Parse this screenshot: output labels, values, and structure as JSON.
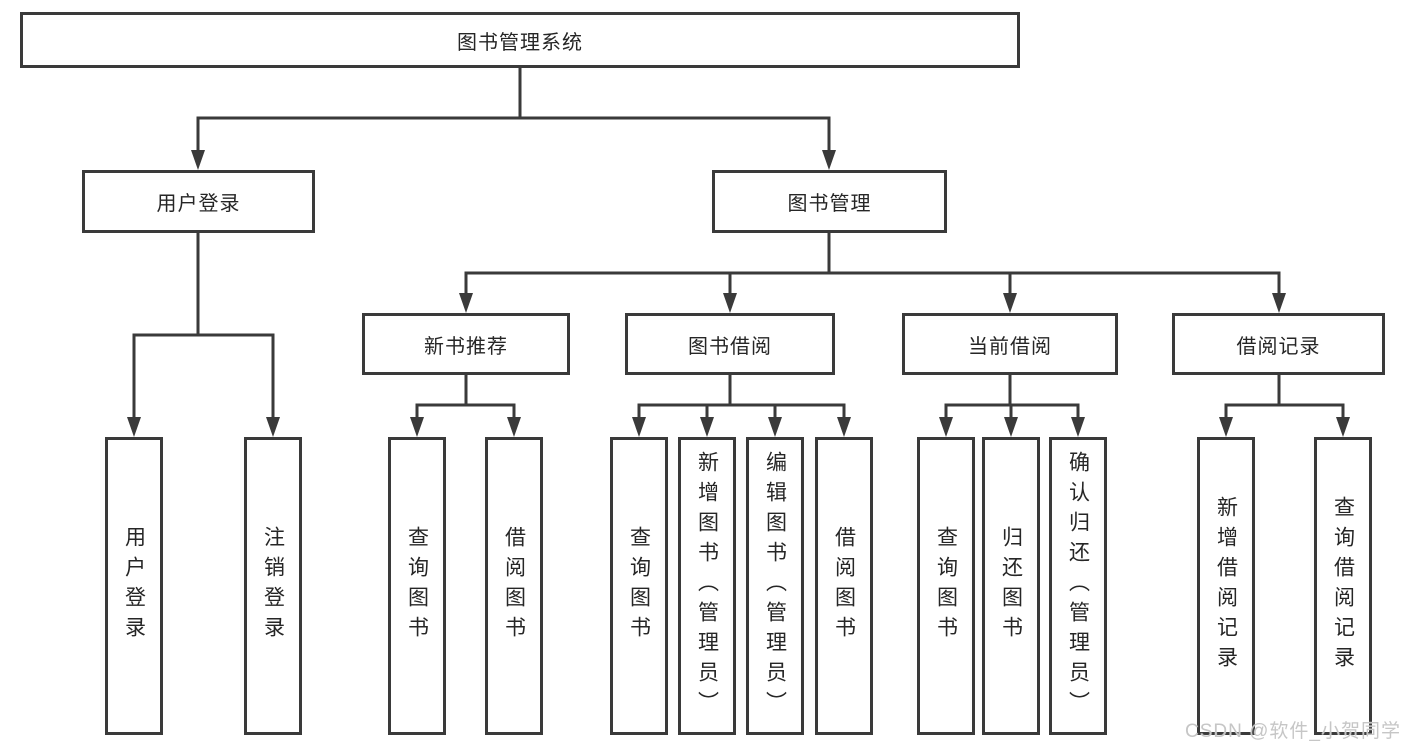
{
  "diagram_title": "图书管理系统",
  "nodes": {
    "root": "图书管理系统",
    "user_login": "用户登录",
    "book_mgmt": "图书管理",
    "new_book": "新书推荐",
    "book_borrow": "图书借阅",
    "current_borrow": "当前借阅",
    "borrow_records": "借阅记录",
    "leaf_user_login": "用户登录",
    "leaf_logout": "注销登录",
    "nb_query": "查询图书",
    "nb_borrow": "借阅图书",
    "bb_query": "查询图书",
    "bb_add": "新增图书（管理员）",
    "bb_edit": "编辑图书（管理员）",
    "bb_borrow": "借阅图书",
    "cb_query": "查询图书",
    "cb_return": "归还图书",
    "cb_confirm": "确认归还（管理员）",
    "br_add": "新增借阅记录",
    "br_query": "查询借阅记录"
  },
  "hierarchy": {
    "root": "图书管理系统",
    "branches": [
      {
        "label": "用户登录",
        "children": [
          "用户登录",
          "注销登录"
        ]
      },
      {
        "label": "图书管理",
        "children_groups": [
          {
            "label": "新书推荐",
            "children": [
              "查询图书",
              "借阅图书"
            ]
          },
          {
            "label": "图书借阅",
            "children": [
              "查询图书",
              "新增图书（管理员）",
              "编辑图书（管理员）",
              "借阅图书"
            ]
          },
          {
            "label": "当前借阅",
            "children": [
              "查询图书",
              "归还图书",
              "确认归还（管理员）"
            ]
          },
          {
            "label": "借阅记录",
            "children": [
              "新增借阅记录",
              "查询借阅记录"
            ]
          }
        ]
      }
    ]
  },
  "watermark": "CSDN @软件_小贺同学",
  "colors": {
    "line": "#3a3a3a",
    "border": "#3a3a3a",
    "text": "#262626",
    "watermark": "#c3c3c3",
    "background": "#ffffff"
  }
}
